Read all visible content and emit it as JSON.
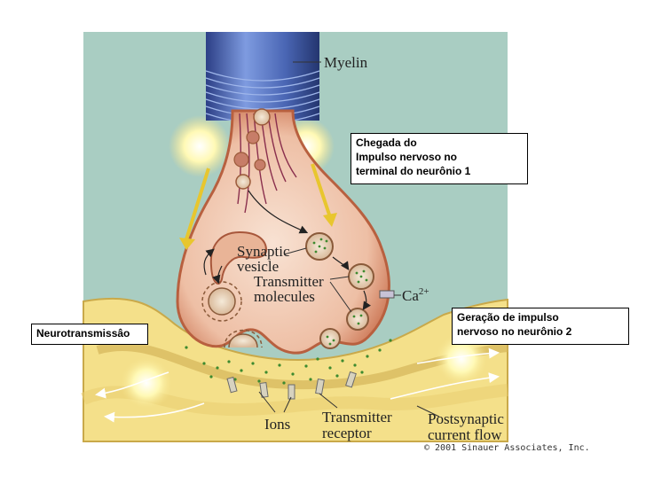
{
  "figure_labels": {
    "myelin": "Myelin",
    "synaptic_vesicle_line1": "Synaptic",
    "synaptic_vesicle_line2": "vesicle",
    "transmitter_molecules_line1": "Transmitter",
    "transmitter_molecules_line2": "molecules",
    "calcium": "Ca",
    "calcium_charge": "2+",
    "ions": "Ions",
    "transmitter_receptor_line1": "Transmitter",
    "transmitter_receptor_line2": "receptor",
    "postsynaptic_line1": "Postsynaptic",
    "postsynaptic_line2": "current flow"
  },
  "annotations": {
    "arrival": [
      "Chegada do",
      "Impulso nervoso no",
      "terminal do neurônio 1"
    ],
    "neurotransmission": "Neurotransmissâo",
    "generation": [
      "Geração de impulso",
      "nervoso no neurônio 2"
    ]
  },
  "copyright": "© 2001 Sinauer Associates, Inc.",
  "colors": {
    "panel_background": "#a9cdc2",
    "terminal_membrane": "#d98a6a",
    "terminal_interior": "#f3d6c4",
    "myelin": "#4e6fb8",
    "postsynaptic": "#f4e08a",
    "glow": "#fff6a8",
    "transmitter_dots": "#3d8a2f"
  }
}
